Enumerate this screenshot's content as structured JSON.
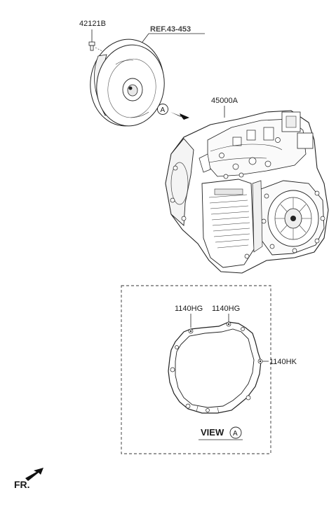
{
  "parts": {
    "bolt_label": "42121B",
    "ref_label": "REF.43-453",
    "transmission_label": "45000A",
    "callout_letter": "A",
    "gasket_bolt_label_1": "1140HG",
    "gasket_bolt_label_2": "1140HG",
    "gasket_bolt_label_3": "1140HK"
  },
  "view": {
    "title": "VIEW",
    "letter": "A"
  },
  "direction": {
    "label": "FR."
  }
}
